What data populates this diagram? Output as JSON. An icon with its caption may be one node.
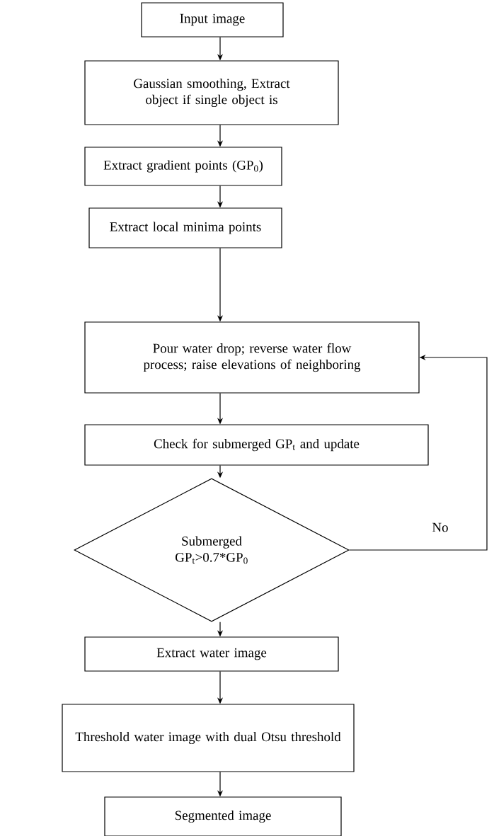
{
  "diagram": {
    "nodes": [
      {
        "text": [
          "Input image"
        ]
      },
      {
        "text": [
          "Gaussian smoothing, Extract object if single object is"
        ]
      },
      {
        "text": [
          "Extract gradient points (GP$_{0}$)"
        ]
      },
      {
        "text": [
          "Extract local minima points"
        ]
      },
      {
        "text": [
          "Pour water drop; reverse water flow process; raise elevations of neighboring"
        ]
      },
      {
        "text": [
          "Check for submerged GP$_{t}$ and update"
        ]
      },
      {
        "text": [
          "Submerged GP$_{t}$>0.7*GP$_{0}$"
        ]
      },
      {
        "text": [
          "Extract water image"
        ]
      },
      {
        "text": [
          "Threshold water image with dual Otsu threshold"
        ]
      },
      {
        "text": [
          "Segmented image"
        ]
      }
    ],
    "edges": [
      {
        "from": 0,
        "to": 1,
        "arrow": "to"
      },
      {
        "from": 1,
        "to": 2,
        "arrow": "to"
      },
      {
        "from": 2,
        "to": 3,
        "arrow": "to"
      },
      {
        "from": 3,
        "to": 4,
        "arrow": "to"
      },
      {
        "from": 4,
        "to": 5,
        "arrow": "to"
      },
      {
        "from": 5,
        "to": 6,
        "arrow": "to"
      },
      {
        "from": 6,
        "to": 7,
        "arrow": "to"
      },
      {
        "from": 7,
        "to": 8,
        "arrow": "to"
      },
      {
        "from": 8,
        "to": 9,
        "arrow": "to"
      },
      {
        "from": 6,
        "to": 4,
        "label": "No",
        "arrow": "to"
      }
    ]
  }
}
